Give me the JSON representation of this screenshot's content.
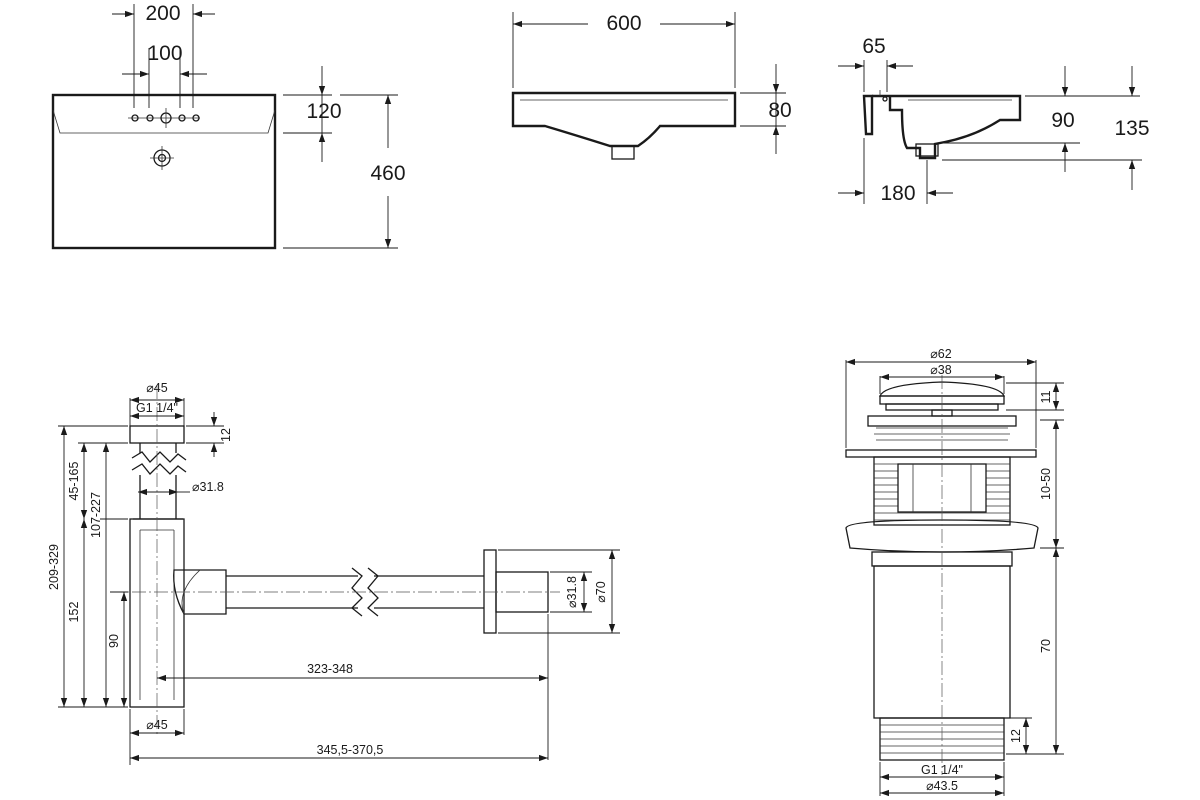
{
  "basin": {
    "front": {
      "faucet_spread": "200",
      "hole_spacing": "100",
      "hole_offset": "120",
      "depth": "460"
    },
    "side": {
      "width": "600",
      "height": "80"
    },
    "profile": {
      "rim": "65",
      "drain_height": "90",
      "total_height": "135",
      "drain_offset": "180"
    }
  },
  "siphon": {
    "top_dia": "⌀45",
    "top_thread": "G1 1/4\"",
    "top_height": "12",
    "tube_dia": "⌀31.8",
    "range_total": "209-329",
    "range_upper": "45-165",
    "range_mid": "107-227",
    "height_152": "152",
    "height_90": "90",
    "horizontal": "323-348",
    "bottom_dia": "⌀45",
    "overall_length": "345,5-370,5",
    "outlet_dia": "⌀31.8",
    "flange_dia": "⌀70"
  },
  "drain": {
    "cap_dia": "⌀62",
    "inner_dia": "⌀38",
    "cap_height": "11",
    "adjust_range": "10-50",
    "body_height": "70",
    "thread_height": "12",
    "thread": "G1 1/4\"",
    "thread_dia": "⌀43.5"
  }
}
